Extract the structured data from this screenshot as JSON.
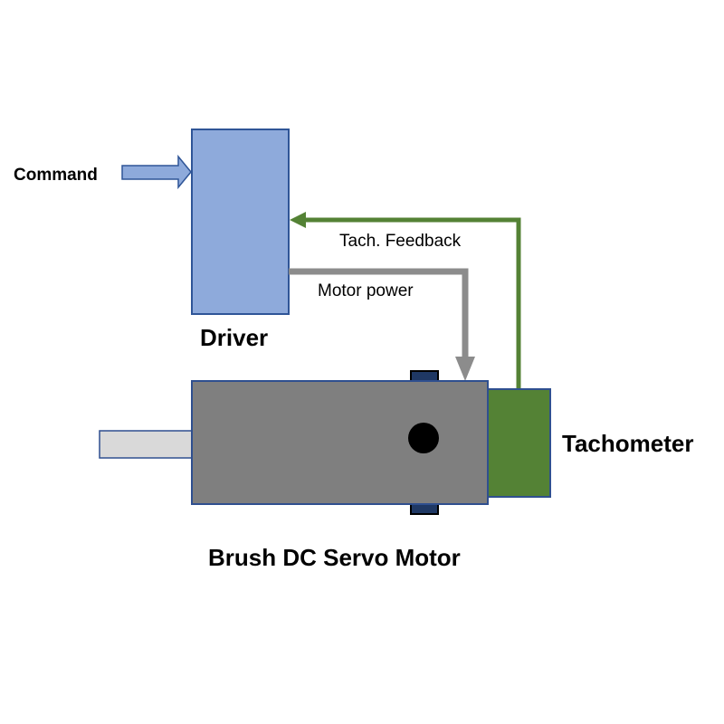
{
  "labels": {
    "command": "Command",
    "driver": "Driver",
    "tach_feedback": "Tach. Feedback",
    "motor_power": "Motor power",
    "tachometer": "Tachometer",
    "motor": "Brush DC Servo Motor"
  },
  "colors": {
    "driver_fill": "#8eaadb",
    "driver_stroke": "#2f5597",
    "command_arrow": "#8eaadb",
    "motor_body": "#7f7f7f",
    "motor_stroke": "#2f4f8f",
    "shaft": "#d9d9d9",
    "tachometer": "#548235",
    "feedback_line": "#548235",
    "power_line": "#8c8c8c",
    "mount_tabs": "#000000"
  }
}
